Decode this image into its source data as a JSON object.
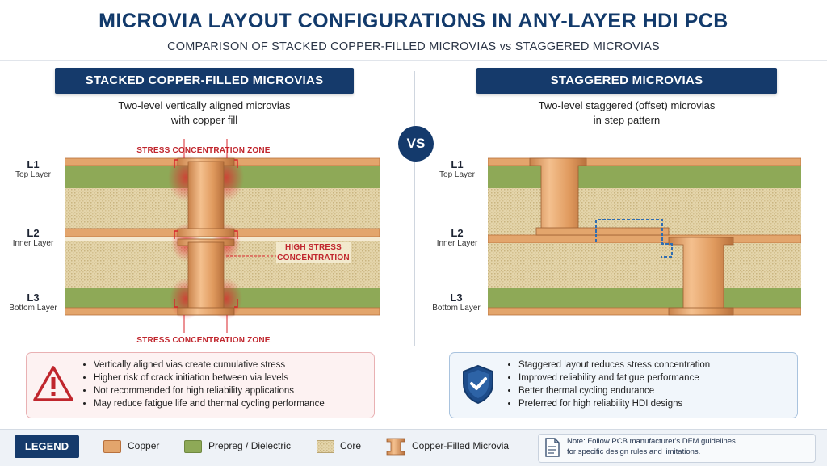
{
  "title": "MICROVIA LAYOUT CONFIGURATIONS IN ANY-LAYER HDI PCB",
  "subtitle": "COMPARISON OF STACKED COPPER-FILLED MICROVIAS vs STAGGERED MICROVIAS",
  "vs_label": "VS",
  "layers": [
    {
      "id": "L1",
      "name": "Top Layer"
    },
    {
      "id": "L2",
      "name": "Inner Layer"
    },
    {
      "id": "L3",
      "name": "Bottom Layer"
    }
  ],
  "left_panel": {
    "heading": "STACKED COPPER-FILLED MICROVIAS",
    "description_line1": "Two-level vertically aligned microvias",
    "description_line2": "with copper fill",
    "top_zone_label": "STRESS CONCENTRATION ZONE",
    "bottom_zone_label": "STRESS CONCENTRATION ZONE",
    "high_stress_line1": "HIGH STRESS",
    "high_stress_line2": "CONCENTRATION",
    "icon": "warning-triangle-icon",
    "bullets": [
      "Vertically aligned vias create cumulative stress",
      "Higher risk of crack initiation between via levels",
      "Not recommended for high reliability applications",
      "May reduce fatigue life and thermal cycling performance"
    ]
  },
  "right_panel": {
    "heading": "STAGGERED MICROVIAS",
    "description_line1": "Two-level staggered (offset) microvias",
    "description_line2": "in step pattern",
    "icon": "shield-check-icon",
    "bullets": [
      "Staggered layout reduces stress concentration",
      "Improved reliability and fatigue performance",
      "Better thermal cycling endurance",
      "Preferred for high reliability HDI designs"
    ]
  },
  "legend": {
    "title": "LEGEND",
    "items": [
      {
        "label": "Copper",
        "icon": "copper-swatch"
      },
      {
        "label": "Prepreg / Dielectric",
        "icon": "prepreg-swatch"
      },
      {
        "label": "Core",
        "icon": "core-swatch"
      },
      {
        "label": "Copper-Filled Microvia",
        "icon": "microvia-swatch"
      }
    ],
    "note_line1": "Note: Follow PCB manufacturer's DFM guidelines",
    "note_line2": "for specific design rules and limitations.",
    "note_icon": "document-icon"
  },
  "colors": {
    "navy": "#153a6b",
    "copper": "#e0a068",
    "prepreg": "#8fa658",
    "core": "#e2d3a8",
    "stress_red": "#d8232a",
    "warn_bg": "#fdf2f2",
    "good_bg": "#f1f6fb"
  }
}
